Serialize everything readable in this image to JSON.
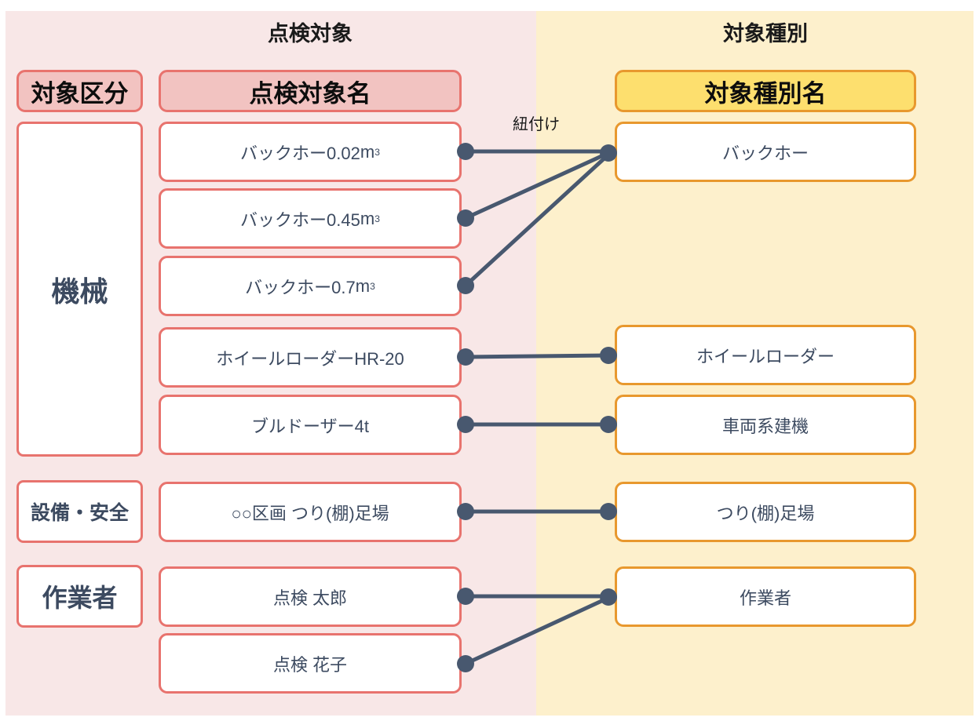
{
  "diagram": {
    "columns": {
      "left_title": "点検対象",
      "right_title": "対象種別",
      "link_label": "紐付け"
    },
    "headers": {
      "category": "対象区分",
      "inspection_target_name": "点検対象名",
      "target_type_name": "対象種別名"
    },
    "categories": [
      {
        "label": "機械"
      },
      {
        "label": "設備・安全"
      },
      {
        "label": "作業者"
      }
    ],
    "inspection_targets": [
      {
        "label": "バックホー0.02",
        "unit": "m",
        "sup": "3"
      },
      {
        "label": "バックホー0.45",
        "unit": "m",
        "sup": "3"
      },
      {
        "label": "バックホー0.7",
        "unit": "m",
        "sup": "3"
      },
      {
        "label": "ホイールローダーHR-20",
        "unit": "",
        "sup": ""
      },
      {
        "label": "ブルドーザー4t",
        "unit": "",
        "sup": ""
      },
      {
        "label": "○○区画 つり(棚)足場",
        "unit": "",
        "sup": ""
      },
      {
        "label": "点検 太郎",
        "unit": "",
        "sup": ""
      },
      {
        "label": "点検 花子",
        "unit": "",
        "sup": ""
      }
    ],
    "target_types": [
      {
        "label": "バックホー"
      },
      {
        "label": "ホイールローダー"
      },
      {
        "label": "車両系建機"
      },
      {
        "label": "つり(棚)足場"
      },
      {
        "label": "作業者"
      }
    ],
    "links": [
      {
        "from": "バックホー0.02m3",
        "to": "バックホー"
      },
      {
        "from": "バックホー0.45m3",
        "to": "バックホー"
      },
      {
        "from": "バックホー0.7m3",
        "to": "バックホー"
      },
      {
        "from": "ホイールローダーHR-20",
        "to": "ホイールローダー"
      },
      {
        "from": "ブルドーザー4t",
        "to": "車両系建機"
      },
      {
        "from": "○○区画 つり(棚)足場",
        "to": "つり(棚)足場"
      },
      {
        "from": "点検 太郎",
        "to": "作業者"
      },
      {
        "from": "点検 花子",
        "to": "作業者"
      }
    ],
    "colors": {
      "left_band": "#f8e7e7",
      "right_band": "#fdf0cc",
      "left_border": "#e8736e",
      "right_border": "#e8982e",
      "left_header_fill": "#f2c3c1",
      "right_header_fill": "#fddf6e",
      "connector": "#48586f",
      "text": "#3c4a60"
    }
  }
}
